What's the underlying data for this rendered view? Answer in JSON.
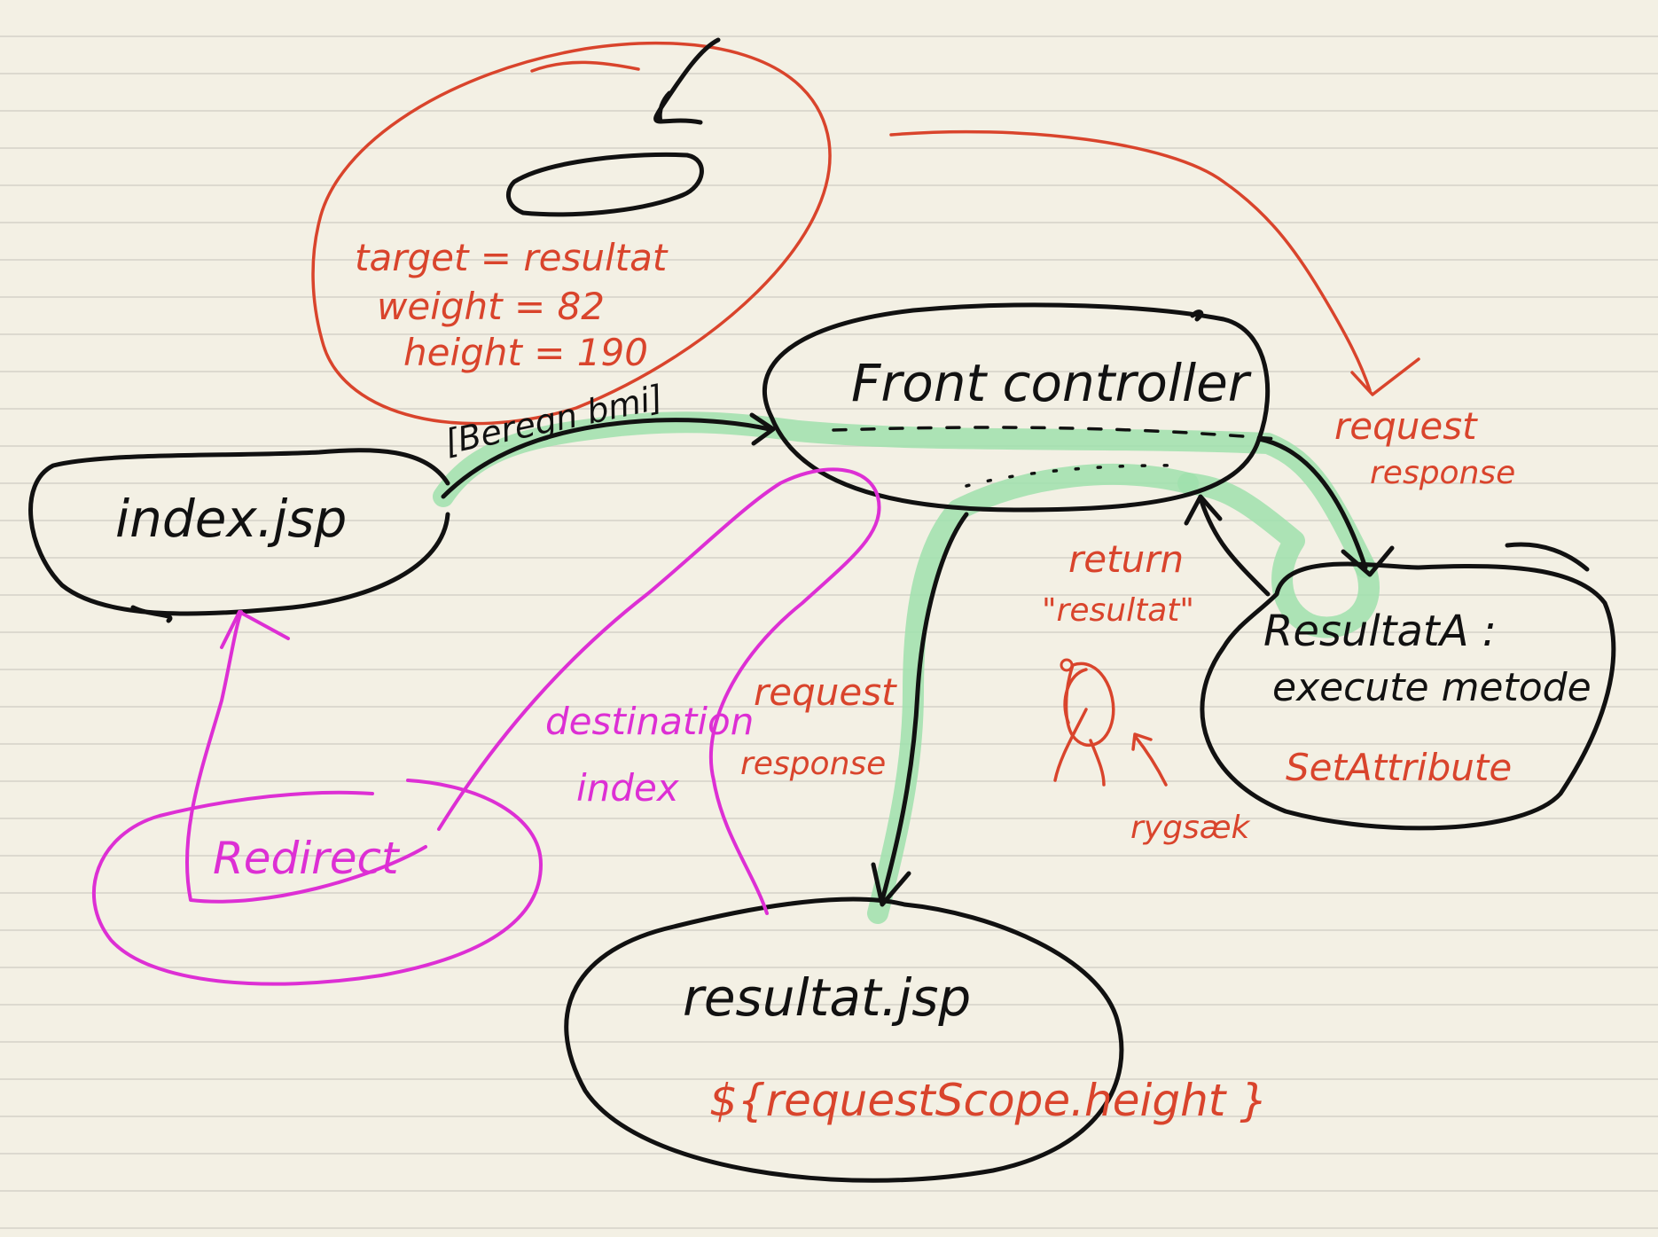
{
  "nodes": {
    "index": "index.jsp",
    "front_controller": "Front controller",
    "resultat_action_line1": "ResultatA :",
    "resultat_action_line2": "execute metode",
    "resultat_action_line3": "SetAttribute",
    "resultat_jsp": "resultat.jsp",
    "resultat_jsp_el": "${requestScope.height }"
  },
  "params": {
    "target": "target = resultat",
    "weight": "weight = 82",
    "height": "height = 190"
  },
  "labels": {
    "beregn": "[Beregn bmi]",
    "request_top": "request",
    "response_top": "response",
    "return_line1": "return",
    "return_line2": "\"resultat\"",
    "rygsaek": "rygsæk",
    "destination_line1": "destination",
    "destination_line2": "index",
    "request_mid": "request",
    "response_mid": "response",
    "redirect": "Redirect"
  },
  "colors": {
    "black": "#111111",
    "red": "#d9442c",
    "magenta": "#dd2fd4",
    "green": "#9fe0ad",
    "paper": "#f3f0e4"
  }
}
